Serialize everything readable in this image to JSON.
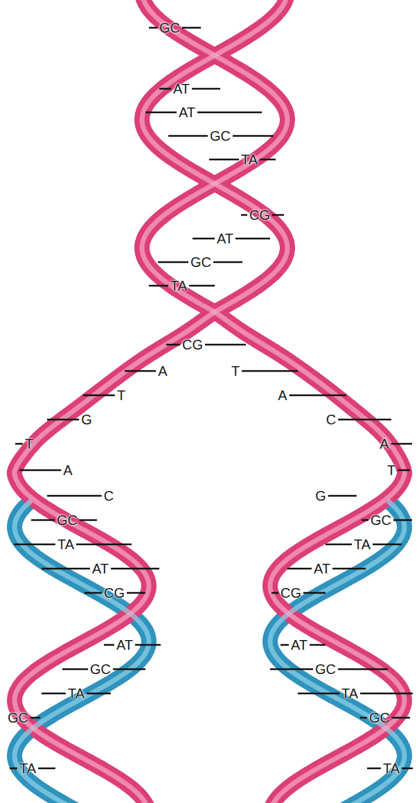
{
  "diagram": {
    "labels": [
      "GC",
      "AT",
      "AT",
      "GC",
      "TA",
      "CG",
      "AT",
      "GC",
      "TA",
      "CG",
      "A",
      "T",
      "T",
      "A",
      "G",
      "C",
      "T",
      "A",
      "A",
      "T",
      "C",
      "G",
      "GC",
      "GC",
      "TA",
      "TA",
      "AT",
      "AT",
      "CG",
      "CG",
      "AT",
      "AT",
      "GC",
      "GC",
      "TA",
      "TA",
      "GC",
      "GC",
      "TA",
      "TA"
    ]
  }
}
